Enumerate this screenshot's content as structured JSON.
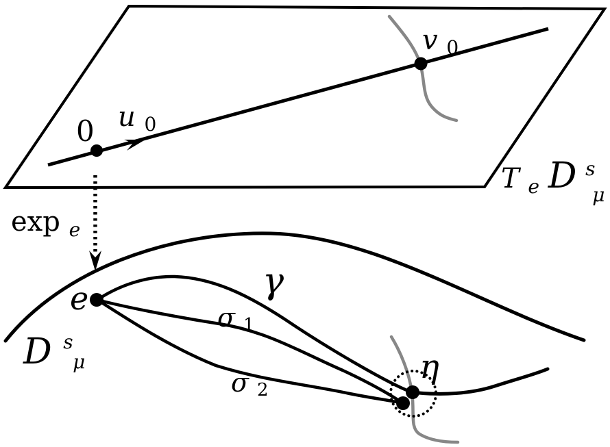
{
  "figure": {
    "description": "Exponential map from tangent space to diffeomorphism group manifold",
    "colors": {
      "ink": "#000000",
      "curve_gray": "#878787",
      "background": "#ffffff"
    },
    "labels": {
      "zero": "0",
      "u0": {
        "base": "u",
        "sub": "0"
      },
      "v0": {
        "base": "v",
        "sub": "0"
      },
      "tangent_space": {
        "T": "T",
        "e": "e",
        "D": "D",
        "s": "s",
        "mu": "μ"
      },
      "exp_map": {
        "base": "exp",
        "sub": "e"
      },
      "identity_point": "e",
      "gamma": "γ",
      "sigma1": {
        "base": "σ",
        "sub": "1"
      },
      "sigma2": {
        "base": "σ",
        "sub": "2"
      },
      "eta": "η",
      "manifold": {
        "D": "D",
        "s": "s",
        "mu": "μ"
      }
    }
  }
}
